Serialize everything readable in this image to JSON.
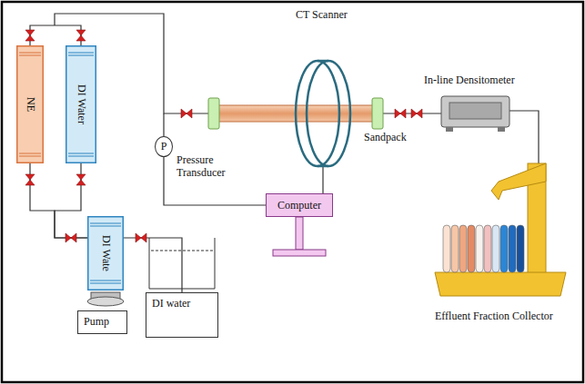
{
  "diagram": {
    "nodes": [
      {
        "text": [
          "NE"
        ]
      },
      {
        "text": [
          "DI Water"
        ]
      },
      {
        "text": [
          "P"
        ]
      },
      {
        "text": [
          "Computer"
        ]
      },
      {
        "text": [
          "DI Wate"
        ]
      },
      {
        "text": [
          "Pump"
        ]
      },
      {
        "text": [
          "DI water"
        ]
      }
    ],
    "edges": [
      {
        "from": 4,
        "to": 0,
        "arrow": "none"
      },
      {
        "from": 4,
        "to": 1,
        "arrow": "none"
      },
      {
        "from": 4,
        "to": 6,
        "arrow": "none"
      },
      {
        "from": 2,
        "to": 3,
        "arrow": "none"
      }
    ],
    "labels": [
      "CT Scanner",
      "Sandpack",
      "In-line Densitometer",
      "Pressure Transducer",
      "Effluent Fraction Collector"
    ]
  }
}
